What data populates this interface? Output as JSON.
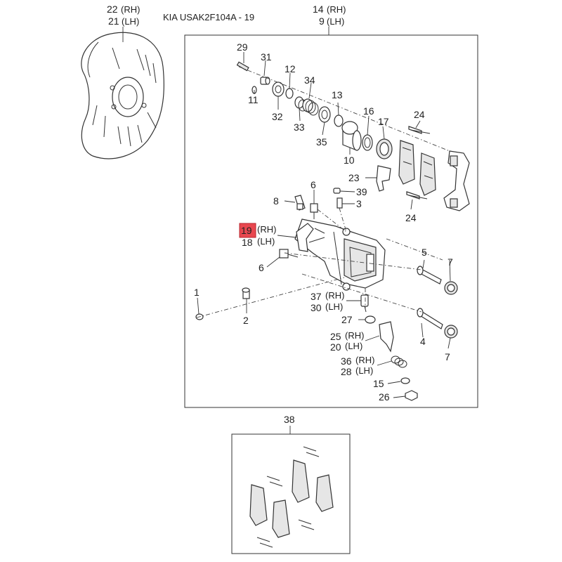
{
  "header": {
    "catalog_ref": "KIA USAK2F104A - 19"
  },
  "labels": {
    "l22": "22",
    "rh_22": "(RH)",
    "l21": "21",
    "lh_21": "(LH)",
    "l14": "14",
    "rh_14": "(RH)",
    "l9": "9",
    "lh_9": "(LH)",
    "l29": "29",
    "l31": "31",
    "l11": "11",
    "l12": "12",
    "l32": "32",
    "l34": "34",
    "l33": "33",
    "l13": "13",
    "l35": "35",
    "l16": "16",
    "l17": "17",
    "l10": "10",
    "l24a": "24",
    "l23": "23",
    "l39": "39",
    "l6a": "6",
    "l8": "8",
    "l3": "3",
    "l24b": "24",
    "l19": "19",
    "rh_19": "(RH)",
    "l18": "18",
    "lh_18": "(LH)",
    "l6b": "6",
    "l5": "5",
    "l7a": "7",
    "l1": "1",
    "l2": "2",
    "l37": "37",
    "rh_37": "(RH)",
    "l30": "30",
    "lh_30": "(LH)",
    "l27": "27",
    "l4": "4",
    "l7b": "7",
    "l25": "25",
    "rh_25": "(RH)",
    "l20": "20",
    "lh_20": "(LH)",
    "l36": "36",
    "rh_36": "(RH)",
    "l28": "28",
    "lh_28": "(LH)",
    "l15": "15",
    "l26": "26",
    "l38": "38"
  },
  "highlight": {
    "part": "19",
    "color": "#e8474f"
  }
}
